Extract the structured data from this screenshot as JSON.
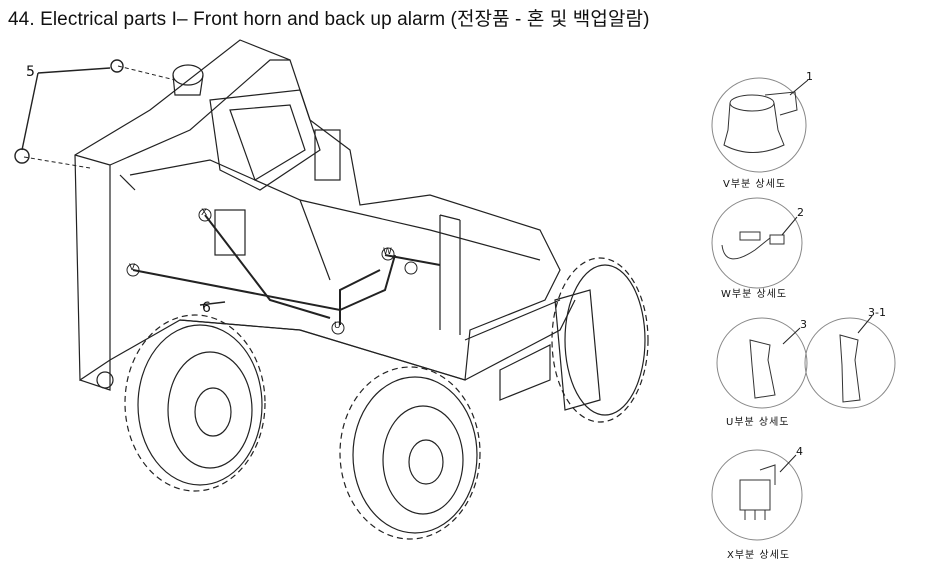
{
  "title": "44. Electrical parts I– Front horn and back up alarm (전장품 - 혼 및 백업알람)",
  "main_callouts": {
    "part5": "5",
    "part6": "6",
    "marker_v": "V",
    "marker_w": "W",
    "marker_u": "U",
    "marker_x": "X"
  },
  "details": [
    {
      "caption": "V부분 상세도",
      "part": "1"
    },
    {
      "caption": "W부분 상세도",
      "part": "2"
    },
    {
      "caption": "U부분 상세도",
      "part": "3"
    },
    {
      "caption": "",
      "part": "3-1"
    },
    {
      "caption": "X부분 상세도",
      "part": "4"
    }
  ]
}
